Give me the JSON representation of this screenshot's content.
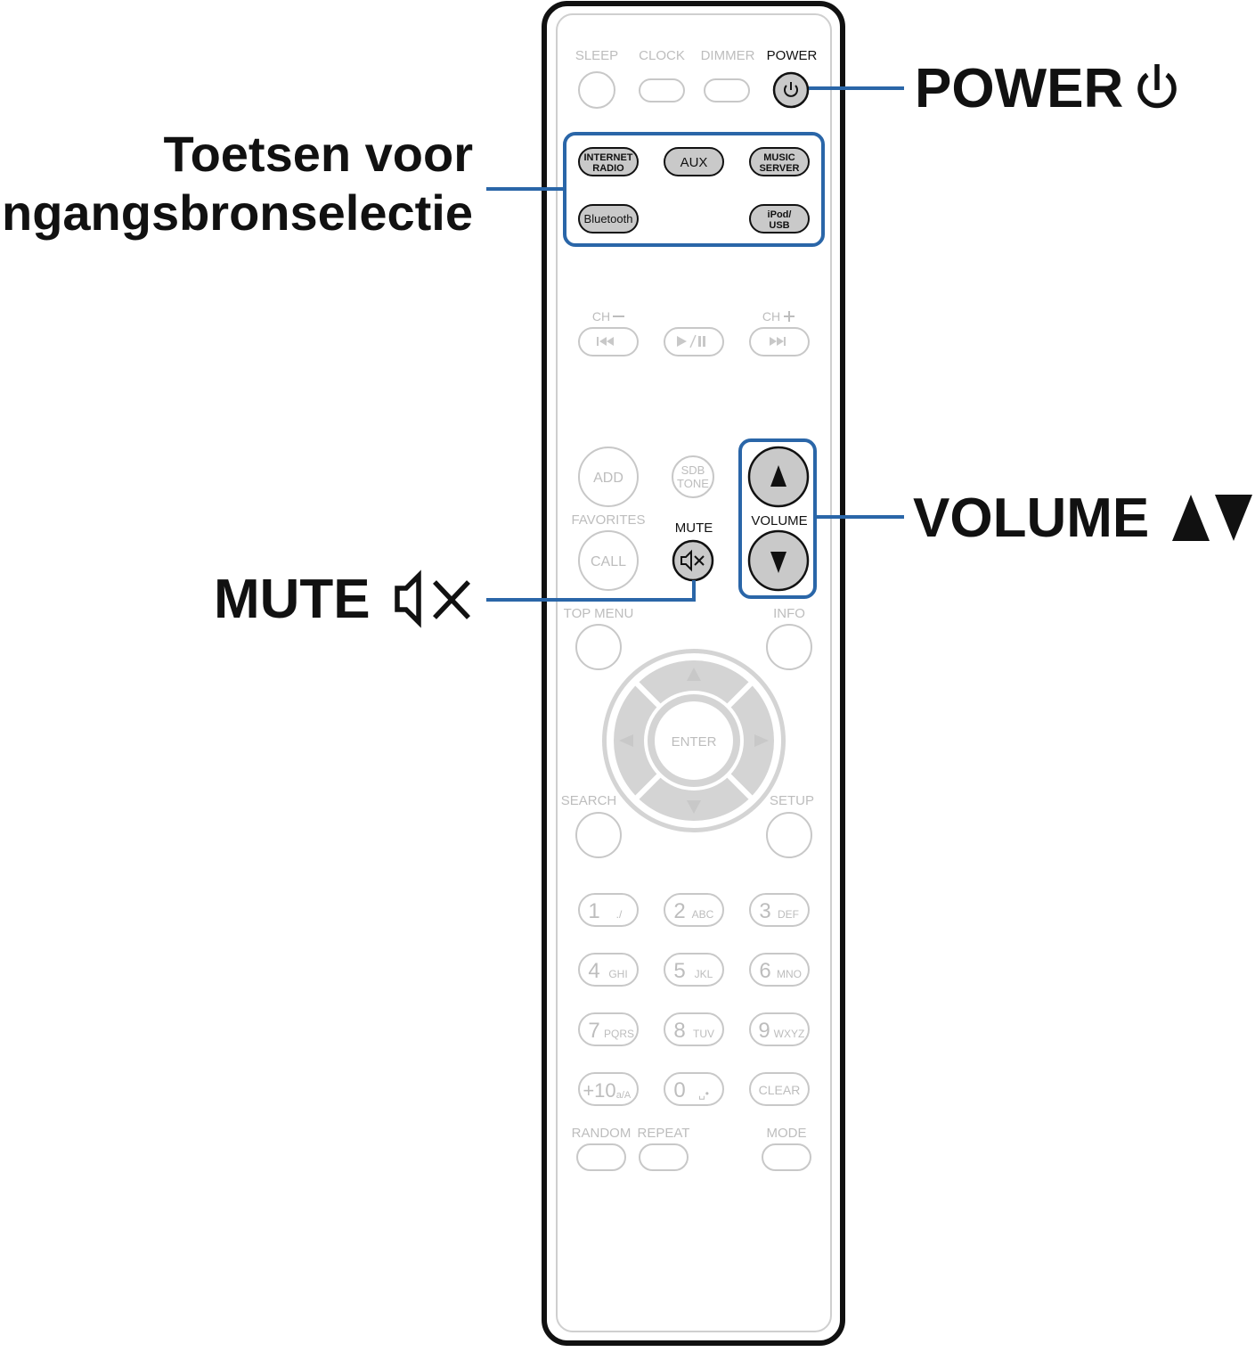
{
  "callouts": {
    "input_select": [
      "Toetsen voor",
      "ingangsbronselectie"
    ],
    "power": "POWER",
    "volume": "VOLUME",
    "mute": "MUTE"
  },
  "remote": {
    "top_row": [
      "SLEEP",
      "CLOCK",
      "DIMMER",
      "POWER"
    ],
    "sources": {
      "internet_radio": [
        "INTERNET",
        "RADIO"
      ],
      "aux": "AUX",
      "music_server": [
        "MUSIC",
        "SERVER"
      ],
      "bluetooth": "Bluetooth",
      "ipod_usb": [
        "iPod/",
        "USB"
      ]
    },
    "channel": {
      "ch_minus": "CH",
      "ch_plus": "CH"
    },
    "add": "ADD",
    "sdb_tone": [
      "SDB",
      "TONE"
    ],
    "favorites": "FAVORITES",
    "call": "CALL",
    "mute": "MUTE",
    "volume": "VOLUME",
    "top_menu": "TOP MENU",
    "info": "INFO",
    "enter": "ENTER",
    "search": "SEARCH",
    "setup": "SETUP",
    "digits": [
      {
        "num": "1",
        "sub": "./"
      },
      {
        "num": "2",
        "sub": "ABC"
      },
      {
        "num": "3",
        "sub": "DEF"
      },
      {
        "num": "4",
        "sub": "GHI"
      },
      {
        "num": "5",
        "sub": "JKL"
      },
      {
        "num": "6",
        "sub": "MNO"
      },
      {
        "num": "7",
        "sub": "PQRS"
      },
      {
        "num": "8",
        "sub": "TUV"
      },
      {
        "num": "9",
        "sub": "WXYZ"
      },
      {
        "num": "+10",
        "sub": "a/A"
      },
      {
        "num": "0",
        "sub": "␣•"
      }
    ],
    "clear": "CLEAR",
    "random": "RANDOM",
    "repeat": "REPEAT",
    "mode": "MODE"
  },
  "colors": {
    "highlight": "#2a66a8",
    "faded": "#c8c8c8",
    "active_fill": "#c9c9c9",
    "ink": "#111111"
  }
}
